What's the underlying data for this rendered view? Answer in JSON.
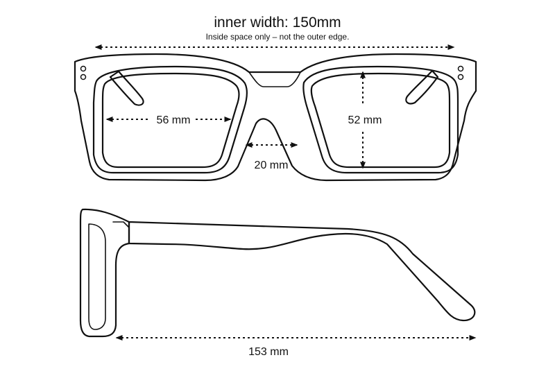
{
  "title": "inner width: 150mm",
  "subtitle": "Inside space only – not the outer edge.",
  "dimensions": {
    "lens_width": "56 mm",
    "lens_height": "52 mm",
    "bridge_width": "20 mm",
    "temple_length": "153 mm"
  },
  "colors": {
    "line": "#111111",
    "background": "#ffffff"
  }
}
